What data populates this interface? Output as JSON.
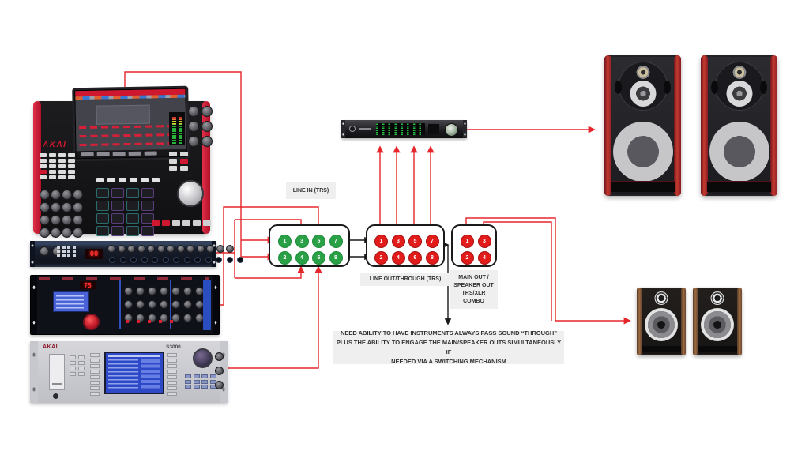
{
  "colors": {
    "line_red": "#e5262b",
    "line_black": "#1a1a1a",
    "jack_green": "#2aa146",
    "jack_red": "#e21b1b"
  },
  "labels": {
    "line_in": "LINE IN (TRS)",
    "line_out": "LINE OUT/THROUGH (TRS)",
    "main_out": [
      "MAIN OUT /",
      "SPEAKER OUT",
      "TRS/XLR",
      "COMBO"
    ]
  },
  "note": {
    "line1": "NEED ABILITY TO HAVE INSTRUMENTS ALWAYS PASS SOUND “THROUGH”",
    "line2": "PLUS THE ABILITY TO ENGAGE THE MAIN/SPEAKER OUTS SIMULTANEOUSLY IF",
    "line3": "NEEDED VIA A SWITCHING MECHANISM"
  },
  "panels": {
    "line_in": {
      "rows": [
        [
          "1",
          "3",
          "5",
          "7"
        ],
        [
          "2",
          "4",
          "6",
          "8"
        ]
      ],
      "jack_color": "#2aa146",
      "jack_border": "#1d8c3a"
    },
    "line_out": {
      "rows": [
        [
          "1",
          "3",
          "5",
          "7"
        ],
        [
          "2",
          "4",
          "6",
          "8"
        ]
      ],
      "jack_color": "#e21b1b",
      "jack_border": "#a81212"
    },
    "main_out": {
      "rows": [
        [
          "1",
          "3"
        ],
        [
          "2",
          "4"
        ]
      ],
      "jack_color": "#e21b1b",
      "jack_border": "#a81212"
    }
  },
  "devices": {
    "mpc": {
      "brand": "AKAI"
    },
    "sampler": {
      "brand": "AKAI",
      "model": "S3000"
    },
    "synth1": {
      "display": "00"
    },
    "synth2": {
      "display": "75"
    }
  },
  "connections": [
    {
      "from": "mpc-x",
      "to": "line-in jacks 1,2",
      "color": "red"
    },
    {
      "from": "rack-synth-1",
      "to": "line-in jacks 3,4",
      "color": "red"
    },
    {
      "from": "rack-synth-2",
      "to": "line-in jack 5",
      "color": "red"
    },
    {
      "from": "sampler-s3000",
      "to": "line-in jack 6",
      "color": "red"
    },
    {
      "from": "line-in jacks 7,8",
      "to": "line-out jacks 1,2",
      "color": "black"
    },
    {
      "from": "line-out jacks 1,3,5,7",
      "to": "audio-interface",
      "color": "red"
    },
    {
      "from": "audio-interface",
      "to": "main-monitors",
      "color": "red"
    },
    {
      "from": "line-out-through",
      "to": "main-speaker-out",
      "color": "black"
    },
    {
      "from": "main-speaker-out",
      "to": "secondary-monitors",
      "color": "red"
    },
    {
      "from": "line-out-through",
      "to": "note-box",
      "color": "black"
    }
  ]
}
